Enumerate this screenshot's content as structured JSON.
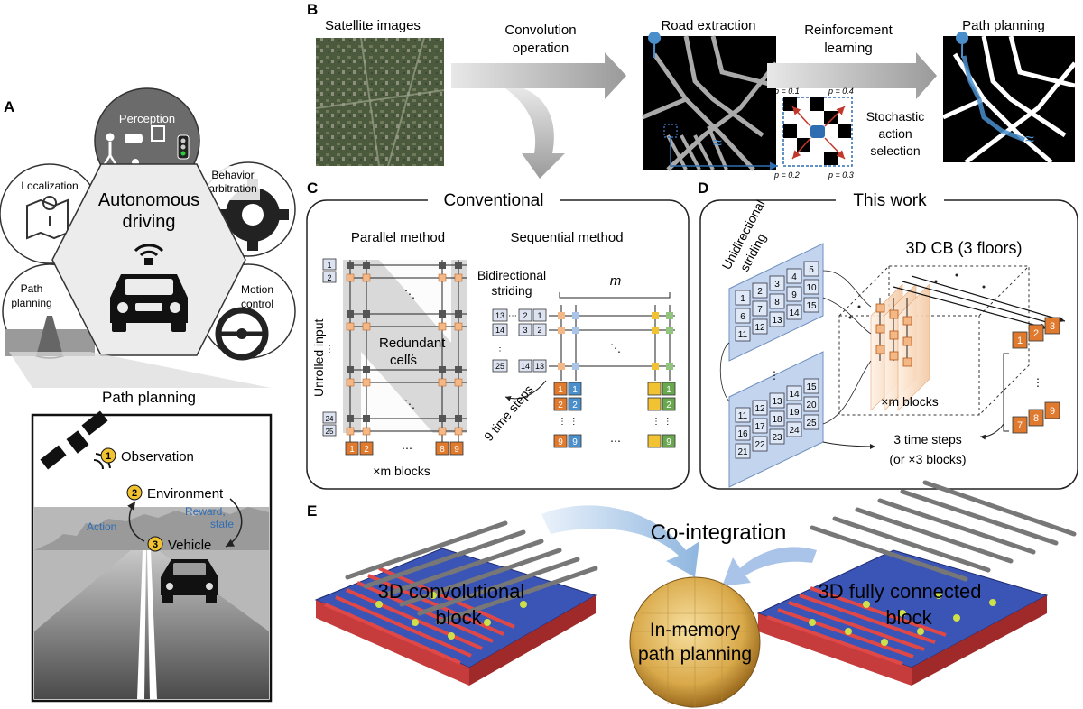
{
  "panels": {
    "a": "A",
    "b": "B",
    "c": "C",
    "d": "D",
    "e": "E"
  },
  "panel_a": {
    "center_title_1": "Autonomous",
    "center_title_2": "driving",
    "perception": "Perception",
    "localization": "Localization",
    "behavior_1": "Behavior",
    "behavior_2": "arbitration",
    "path_1": "Path",
    "path_2": "planning",
    "motion_1": "Motion",
    "motion_2": "control",
    "zoom_title": "Path planning",
    "step1_num": "1",
    "step1": "Observation",
    "step2_num": "2",
    "step2": "Environment",
    "step3_num": "3",
    "step3": "Vehicle",
    "action": "Action",
    "reward_1": "Reward,",
    "reward_2": "state"
  },
  "panel_b": {
    "satellite": "Satellite images",
    "conv_1": "Convolution",
    "conv_2": "operation",
    "road": "Road extraction",
    "rl_1": "Reinforcement",
    "rl_2": "learning",
    "path": "Path planning",
    "p1": "p = 0.1",
    "p2": "p = 0.4",
    "p3": "p = 0.2",
    "p4": "p = 0.3",
    "stoch_1": "Stochastic",
    "stoch_2": "action",
    "stoch_3": "selection"
  },
  "panel_c": {
    "title": "Conventional",
    "parallel": "Parallel method",
    "sequential": "Sequential method",
    "unrolled": "Unrolled input",
    "redundant_1": "Redundant",
    "redundant_2": "cells",
    "bidir_1": "Bidirectional",
    "bidir_2": "striding",
    "m": "m",
    "time_steps": "9 time steps",
    "blocks": "×m blocks",
    "in_top": [
      "1",
      "2"
    ],
    "in_bottom": [
      "24",
      "25"
    ],
    "out_par": [
      "1",
      "2",
      "8",
      "9"
    ],
    "seq_in_rows": [
      [
        "13",
        "2",
        "1"
      ],
      [
        "14",
        "3",
        "2"
      ],
      [
        "25",
        "14",
        "13"
      ]
    ],
    "seq_outs": [
      [
        "1",
        "1",
        "1"
      ],
      [
        "2",
        "2",
        "2"
      ]
    ],
    "seq_bottom": [
      "9",
      "9",
      "9"
    ]
  },
  "panel_d": {
    "title": "This work",
    "unidir_1": "Unidirectional",
    "unidir_2": "striding",
    "cb": "3D CB (3 floors)",
    "blocks": "×m blocks",
    "steps_1": "3 time steps",
    "steps_2": "(or ×3 blocks)",
    "grid_top": [
      "1",
      "2",
      "3",
      "4",
      "5",
      "6",
      "7",
      "8",
      "9",
      "10",
      "11",
      "12",
      "13",
      "14",
      "15"
    ],
    "grid_bottom": [
      "11",
      "12",
      "13",
      "14",
      "15",
      "16",
      "17",
      "18",
      "19",
      "20",
      "21",
      "22",
      "23",
      "24",
      "25"
    ],
    "out_top": [
      "1",
      "2",
      "3"
    ],
    "out_bottom": [
      "7",
      "8",
      "9"
    ]
  },
  "panel_e": {
    "cointeg": "Co-integration",
    "conv_1": "3D convolutional",
    "conv_2": "block",
    "fc_1": "3D fully connected",
    "fc_2": "block",
    "mem_1": "In-memory",
    "mem_2": "path planning"
  },
  "colors": {
    "orange": "#e07a2e",
    "lightorange": "#f4b886",
    "blue": "#4a8fcc",
    "lightblue": "#a9c4e8",
    "gray": "#555555",
    "lightgray": "#d9d9d9",
    "green": "#6aa84f",
    "yellow": "#f1c232"
  }
}
